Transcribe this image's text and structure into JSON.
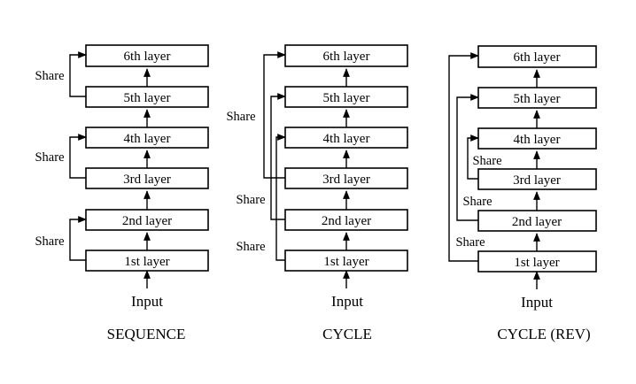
{
  "colors": {
    "caption": "#c0504d",
    "stroke": "#000000"
  },
  "layers": [
    "1st layer",
    "2nd layer",
    "3rd layer",
    "4th layer",
    "5th layer",
    "6th layer"
  ],
  "input_label": "Input",
  "share_label": "Share",
  "diagrams": [
    {
      "caption": "SEQUENCE"
    },
    {
      "caption": "CYCLE"
    },
    {
      "caption": "CYCLE (REV)"
    }
  ]
}
